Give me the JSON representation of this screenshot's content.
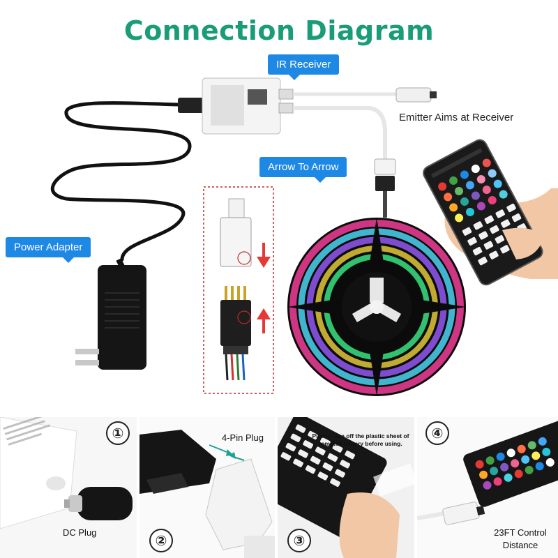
{
  "title": "Connection Diagram",
  "callouts": {
    "ir_receiver": "IR Receiver",
    "arrow_to_arrow": "Arrow To Arrow",
    "power_adapter": "Power Adapter"
  },
  "emitter_text": "Emitter Aims at Receiver",
  "steps": [
    {
      "number": "①",
      "caption": "DC Plug"
    },
    {
      "number": "②",
      "caption": "4-Pin Plug"
    },
    {
      "number": "③",
      "caption": "Please take off the plastic sheet of remotes battery before using."
    },
    {
      "number": "④",
      "caption_line1": "23FT Control",
      "caption_line2": "Distance"
    }
  ],
  "colors": {
    "title": "#1a9c78",
    "callout": "#1e88e5",
    "arrow_red": "#e53935"
  }
}
